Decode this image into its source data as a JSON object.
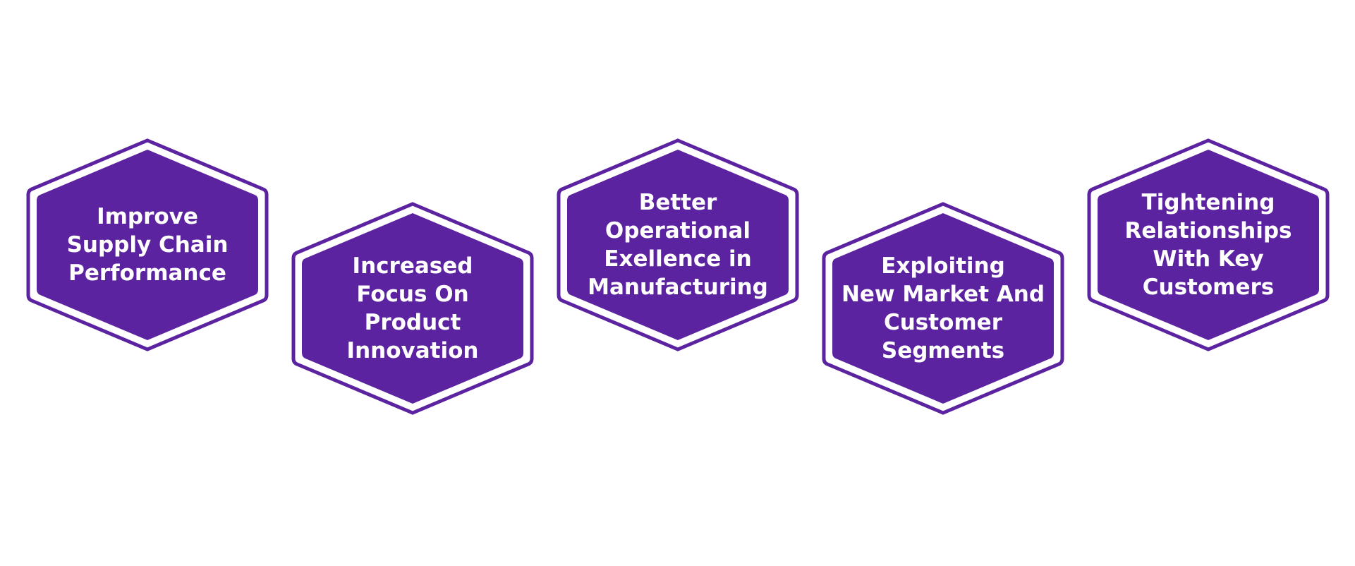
{
  "diagram": {
    "colors": {
      "fill": "#5c23a1",
      "outline": "#5c23a1",
      "ring": "#ffffff",
      "text": "#ffffff"
    },
    "nodes": [
      {
        "lines": [
          "Improve",
          "Supply Chain",
          "Performance"
        ]
      },
      {
        "lines": [
          "Increased",
          "Focus On",
          "Product",
          "Innovation"
        ]
      },
      {
        "lines": [
          "Better",
          "Operational",
          "Exellence in",
          "Manufacturing"
        ]
      },
      {
        "lines": [
          "Exploiting",
          "New Market And",
          "Customer",
          "Segments"
        ]
      },
      {
        "lines": [
          "Tightening",
          "Relationships",
          "With Key",
          "Customers"
        ]
      }
    ]
  }
}
